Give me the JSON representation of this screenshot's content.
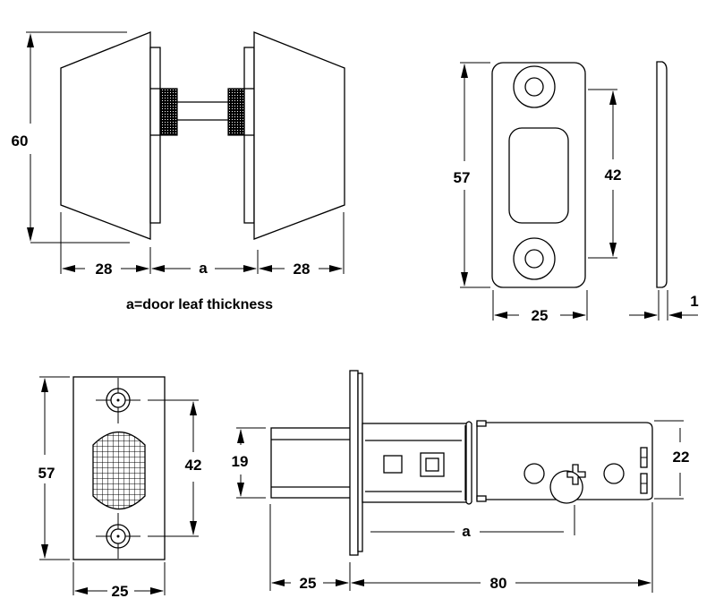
{
  "title": "Deadbolt lock technical drawing",
  "views": {
    "knob_assembly": {
      "height_label": "60",
      "left_depth_label": "28",
      "door_thickness_label": "a",
      "right_depth_label": "28",
      "caption": "a=door leaf thickness"
    },
    "strike_plate": {
      "height_label": "57",
      "hole_spacing_label": "42",
      "width_label": "25",
      "thickness_label": "1"
    },
    "latch_faceplate": {
      "height_label": "57",
      "hole_spacing_label": "42",
      "width_label": "25"
    },
    "latch_body": {
      "bolt_height_label": "19",
      "body_height_label": "22",
      "bolt_projection_label": "25",
      "backset_label": "80",
      "door_thickness_label": "a"
    }
  },
  "colors": {
    "line": "#000000",
    "background": "#ffffff"
  }
}
